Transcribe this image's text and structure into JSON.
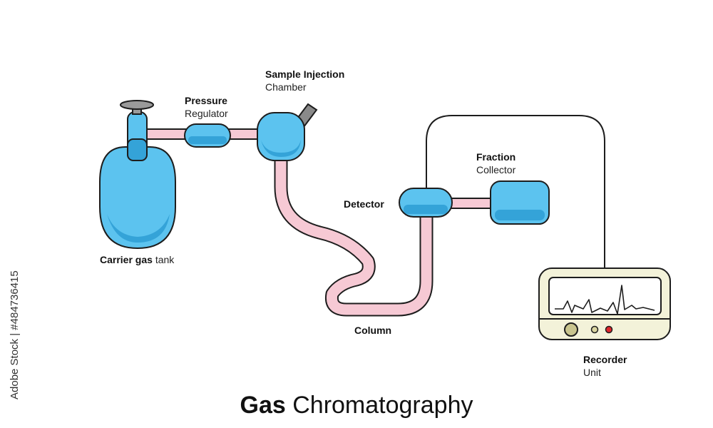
{
  "colors": {
    "tube": "#f6c9d4",
    "component": "#5cc3ef",
    "component_shade": "#34a3d8",
    "outline": "#1d1d1d",
    "recorder_body": "#f3f2d9",
    "recorder_screen": "#ffffff",
    "indicator_red": "#e0262c",
    "knob": "#c9c58e"
  },
  "labels": {
    "carrier": {
      "bold": "Carrier gas",
      "normal": "tank"
    },
    "pressure": {
      "bold": "Pressure",
      "normal": "Regulator"
    },
    "injection": {
      "bold": "Sample Injection",
      "normal": "Chamber"
    },
    "detector": {
      "bold": "Detector"
    },
    "fraction": {
      "bold": "Fraction",
      "normal": "Collector"
    },
    "column": {
      "bold": "Column"
    },
    "recorder": {
      "bold": "Recorder",
      "normal": "Unit"
    }
  },
  "title": {
    "bold": "Gas",
    "normal": "Chromatography"
  },
  "watermark": "Adobe Stock | #484736415"
}
